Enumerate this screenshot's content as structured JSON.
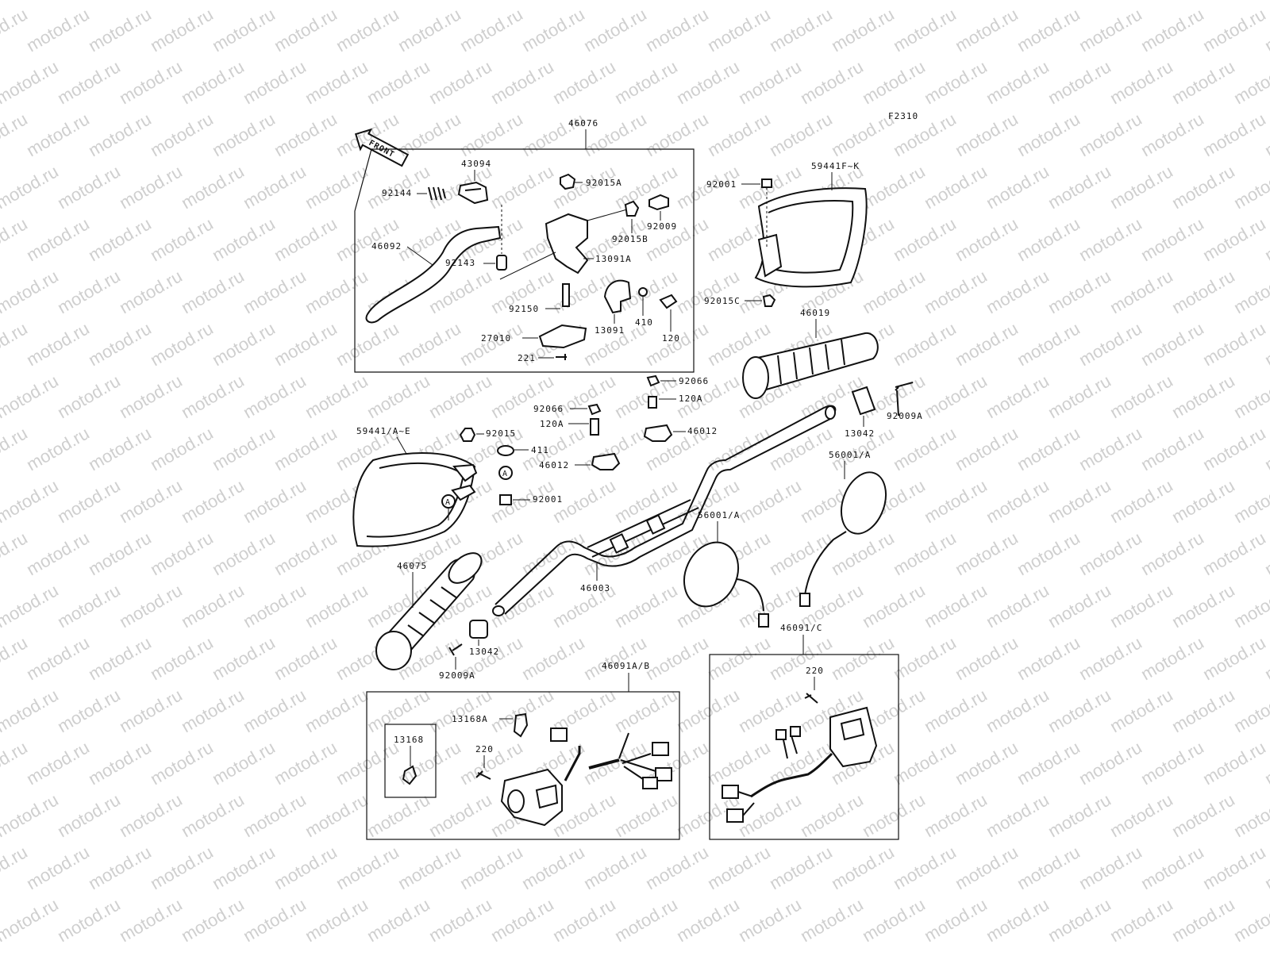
{
  "figure_code": "F2310",
  "watermark": "motod.ru",
  "front_label": "FRONT",
  "callouts": {
    "c46076": "46076",
    "c43094": "43094",
    "c92015A": "92015A",
    "c92144": "92144",
    "c92009": "92009",
    "c92015B": "92015B",
    "c46092": "46092",
    "c92143": "92143",
    "c13091A": "13091A",
    "c92150": "92150",
    "c13091": "13091",
    "c410": "410",
    "c120": "120",
    "c27010": "27010",
    "c221": "221",
    "c59441FK": "59441F~K",
    "c92001_top": "92001",
    "c92015C": "92015C",
    "c46019": "46019",
    "c92066_a": "92066",
    "c120A_a": "120A",
    "c92066_b": "92066",
    "c120A_b": "120A",
    "c46012_a": "46012",
    "c46012_b": "46012",
    "c13042_right": "13042",
    "c92009A_right": "92009A",
    "c59441AE": "59441/A~E",
    "c92015": "92015",
    "c411": "411",
    "c92001_left": "92001",
    "refA_1": "A",
    "refA_2": "A",
    "c56001A_right": "56001/A",
    "c56001A_left": "56001/A",
    "c46075": "46075",
    "c46003": "46003",
    "c13042_left": "13042",
    "c92009A_left": "92009A",
    "c46091C": "46091/C",
    "c220_right": "220",
    "c46091AB": "46091A/B",
    "c13168A": "13168A",
    "c13168": "13168",
    "c220_left": "220"
  }
}
